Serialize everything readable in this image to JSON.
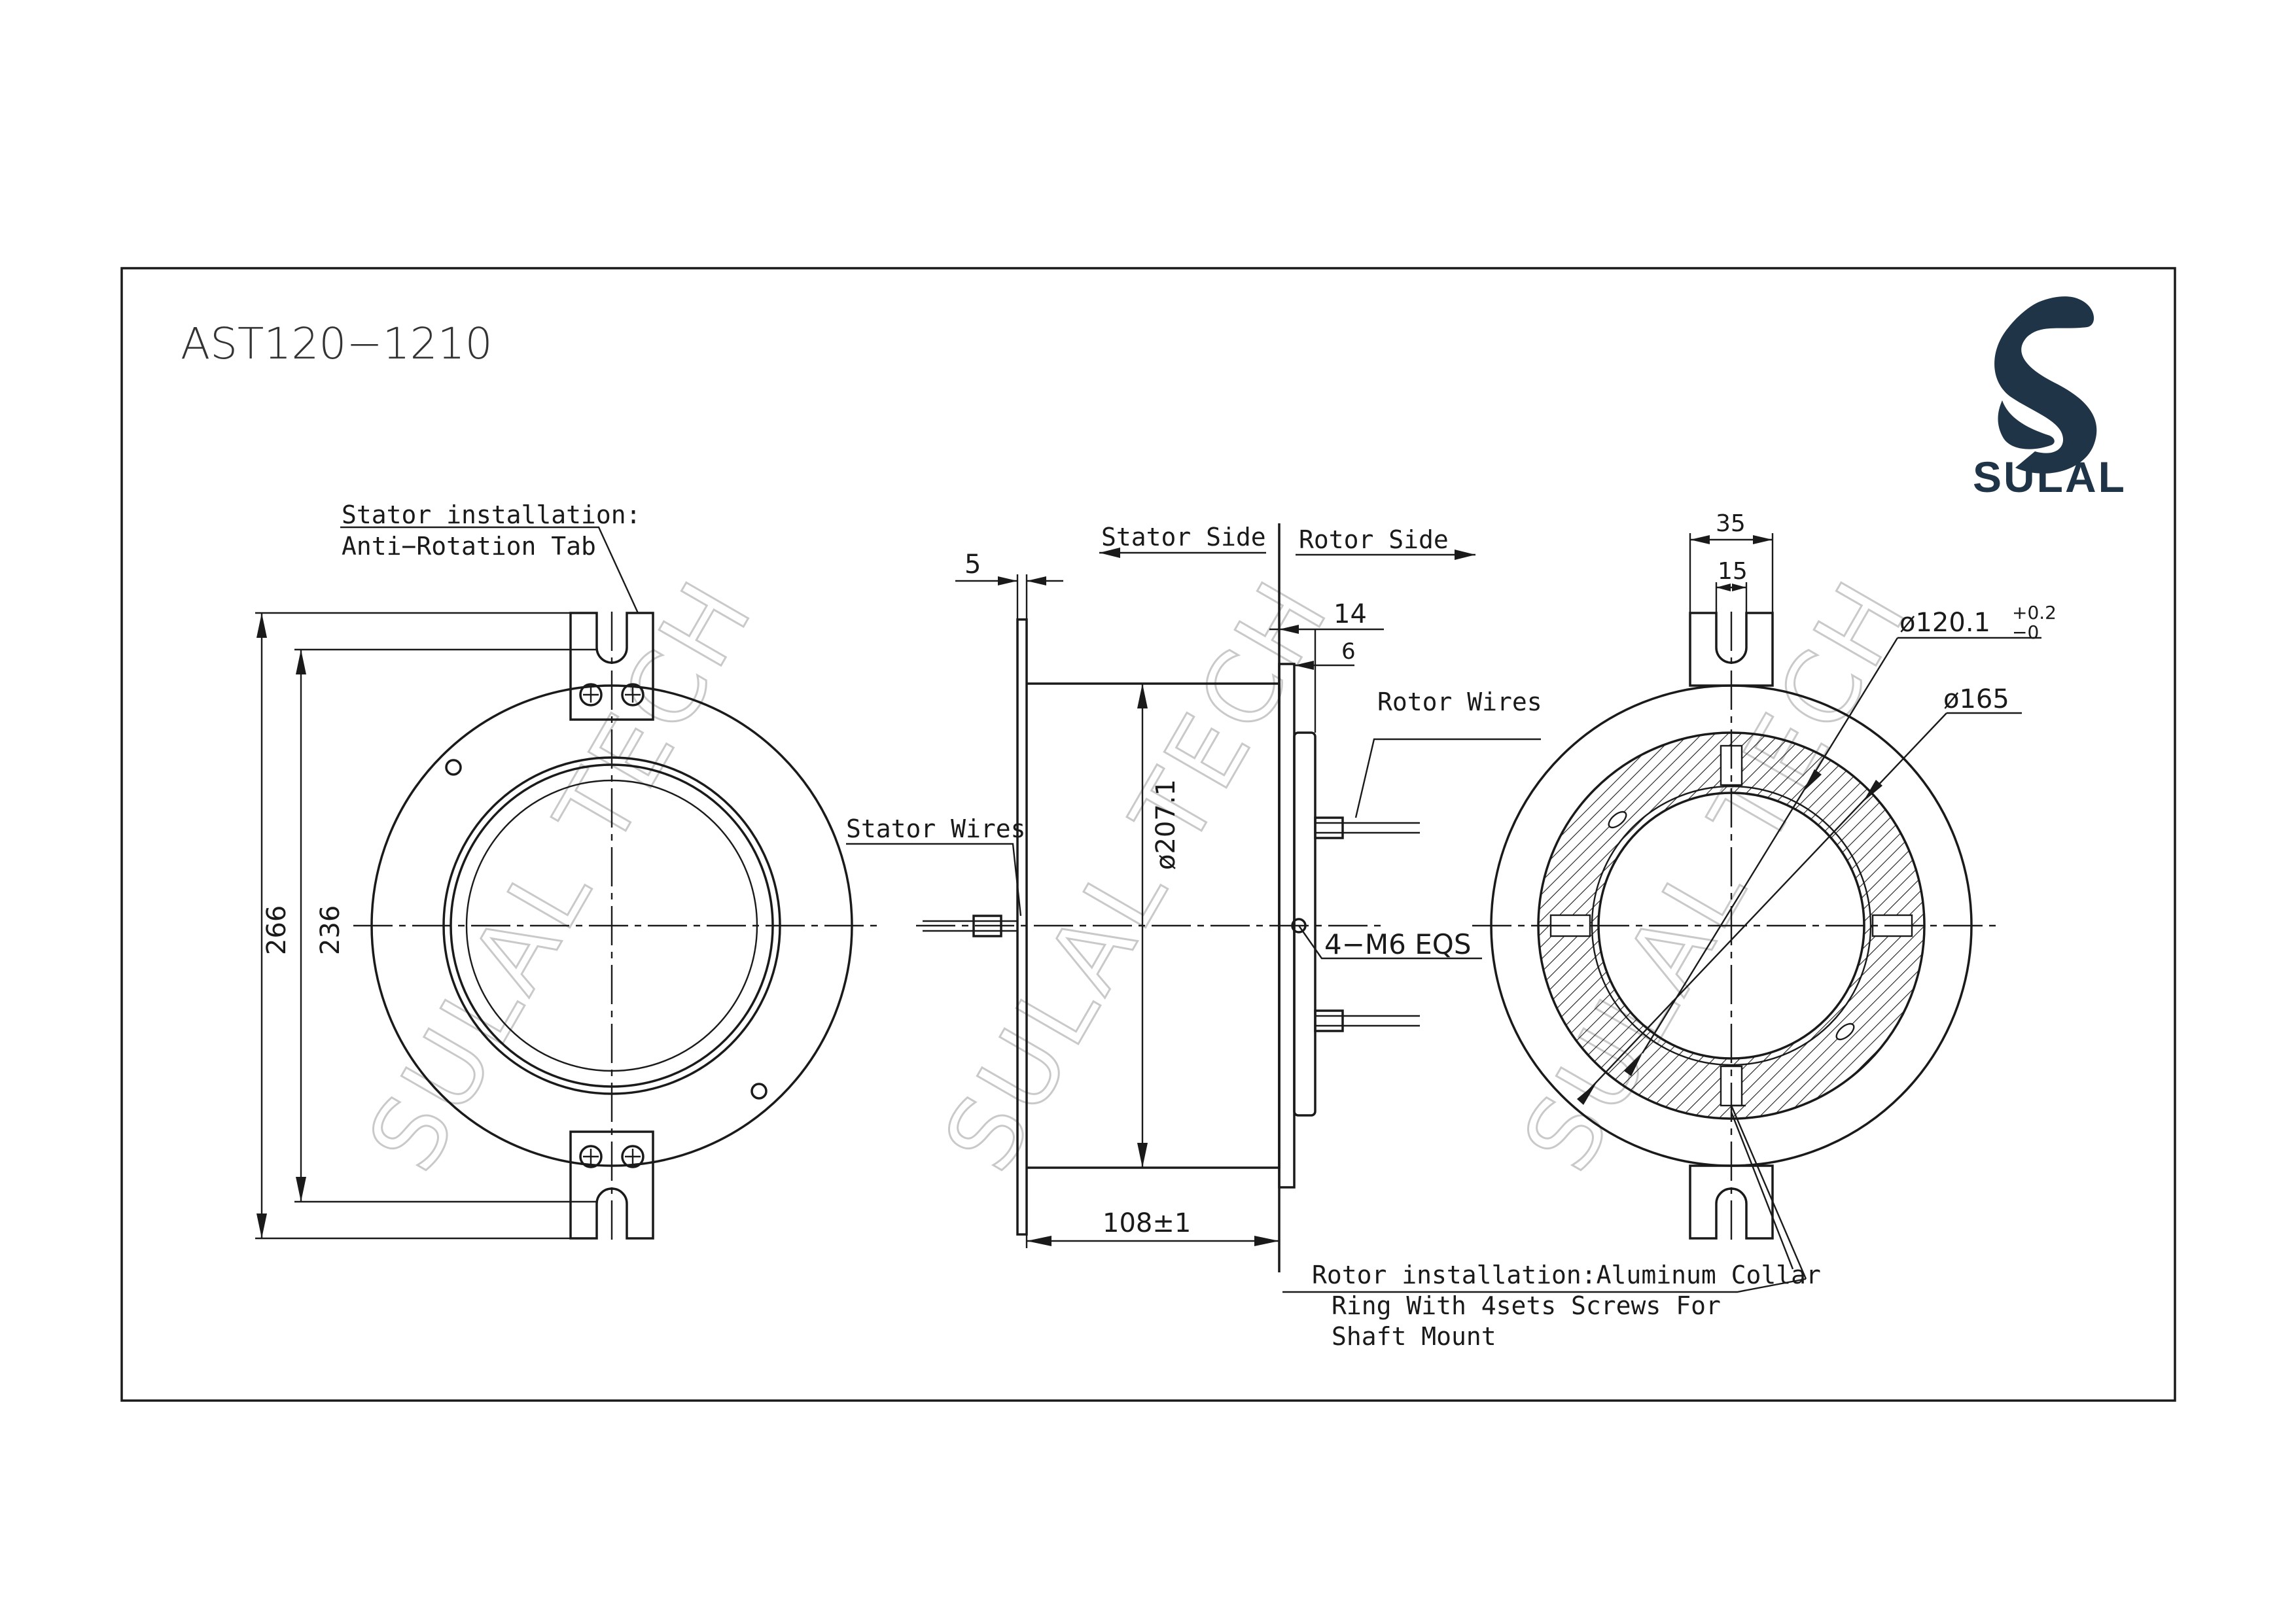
{
  "title": "AST120−1210",
  "brand": {
    "name": "SULAL",
    "color": "#1f3447"
  },
  "watermark": "SULAL TECH",
  "labels": {
    "stator_install_1": "Stator installation:",
    "stator_install_2": "Anti−Rotation Tab",
    "stator_side": "Stator Side",
    "rotor_side": "Rotor Side",
    "rotor_wires": "Rotor Wires",
    "stator_wires": "Stator Wires",
    "screws": "4−M6 EQS",
    "rotor_install_1": "Rotor installation:Aluminum Collar",
    "rotor_install_2": "Ring With 4sets Screws For",
    "rotor_install_3": "Shaft Mount"
  },
  "dimensions": {
    "d266": "266",
    "d236": "236",
    "d5": "5",
    "d14": "14",
    "d6": "6",
    "d207": "ø207.1",
    "d108": "108±1",
    "d35": "35",
    "d15": "15",
    "d120_main": "ø120.1",
    "d120_tol_up": "+0.2",
    "d120_tol_dn": "−0",
    "d165": "ø165"
  }
}
